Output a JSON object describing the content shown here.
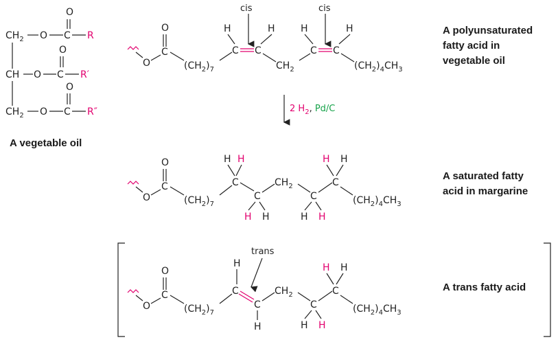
{
  "triglyceride": {
    "row1": {
      "ch2": "CH",
      "sub2": "2",
      "o": "O",
      "c": "C",
      "r": "R",
      "carbonyl_o": "O"
    },
    "row2": {
      "ch": "CH",
      "o": "O",
      "c": "C",
      "r": "R′",
      "carbonyl_o": "O"
    },
    "row3": {
      "ch2": "CH",
      "sub2": "2",
      "o": "O",
      "c": "C",
      "r": "R″",
      "carbonyl_o": "O"
    },
    "caption": "A vegetable oil"
  },
  "poly": {
    "cis1": "cis",
    "cis2": "cis",
    "o_ester": "O",
    "o_carbonyl": "O",
    "c_ester": "C",
    "ch2_7": "(CH",
    "ch2_7_sub": "2",
    "ch2_7_tail": ")",
    "ch2_7_sub2": "7",
    "c1": "C",
    "c2": "C",
    "ch2_mid": "CH",
    "ch2_mid_sub": "2",
    "c3": "C",
    "c4": "C",
    "tail": "(CH",
    "tail_sub": "2",
    "tail_mid": ")",
    "tail_sub2": "4",
    "tail_end": "CH",
    "tail_sub3": "3",
    "h": "H",
    "label_line1": "A polyunsaturated",
    "label_line2": "fatty acid in",
    "label_line3": "vegetable oil"
  },
  "reaction": {
    "reagent_prefix": "2 H",
    "reagent_sub": "2",
    "reagent_comma": ", ",
    "catalyst": "Pd/C"
  },
  "saturated": {
    "o_ester": "O",
    "o_carbonyl": "O",
    "c_ester": "C",
    "c": "C",
    "ch2_7": "(CH",
    "ch2_sub": "2",
    "close": ")",
    "sub7": "7",
    "ch2_mid": "CH",
    "tail": "(CH",
    "sub4": "4",
    "tail_end": "CH",
    "sub3": "3",
    "h": "H",
    "label_line1": "A saturated fatty",
    "label_line2": "acid in margarine"
  },
  "trans": {
    "trans_label": "trans",
    "o_ester": "O",
    "o_carbonyl": "O",
    "c_ester": "C",
    "c": "C",
    "ch2_7": "(CH",
    "ch2_sub": "2",
    "close": ")",
    "sub7": "7",
    "ch2_mid": "CH",
    "tail": "(CH",
    "sub4": "4",
    "tail_end": "CH",
    "sub3": "3",
    "h": "H",
    "label": "A trans fatty acid"
  },
  "colors": {
    "highlight": "#e2006e",
    "catalyst": "#17a34a",
    "ink": "#222222"
  }
}
